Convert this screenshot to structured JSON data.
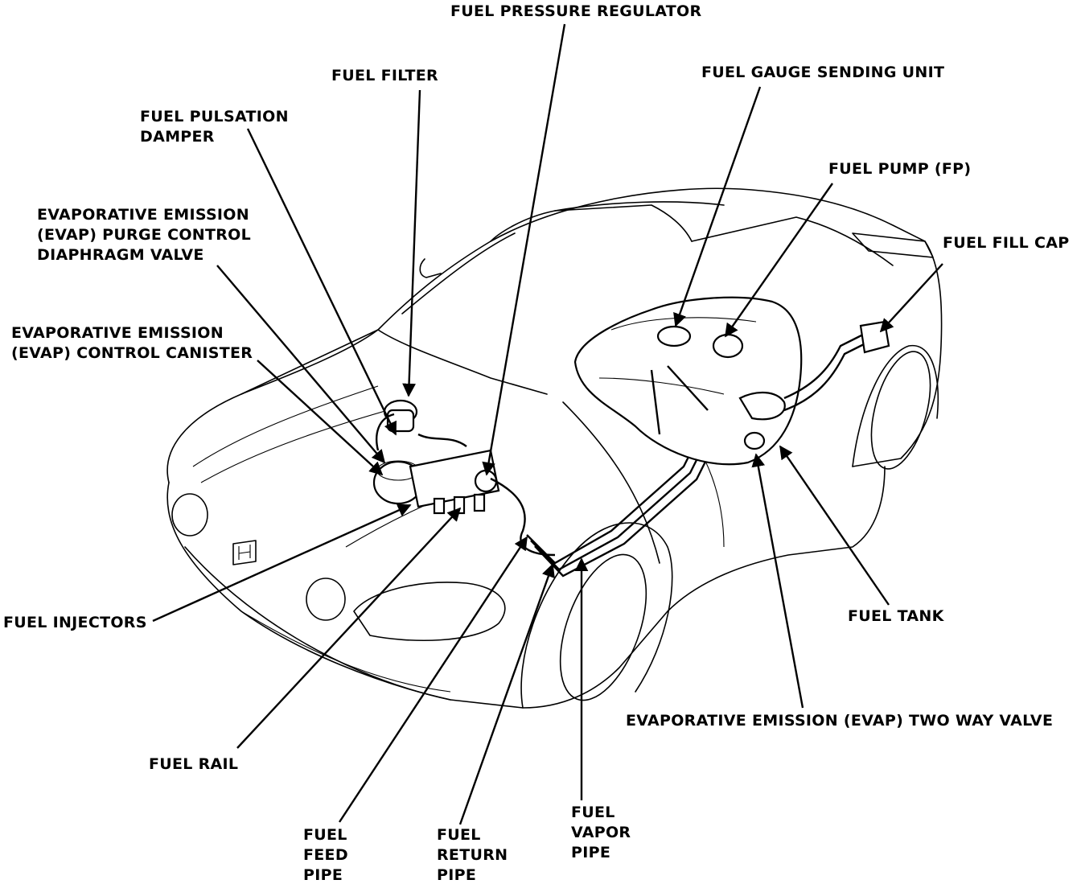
{
  "labels": {
    "fuel_pressure_regulator": "FUEL PRESSURE REGULATOR",
    "fuel_filter": "FUEL FILTER",
    "fuel_gauge_sending_unit": "FUEL GAUGE SENDING UNIT",
    "fuel_pulsation_damper": [
      "FUEL PULSATION",
      "DAMPER"
    ],
    "fuel_pump": "FUEL PUMP (FP)",
    "evap_purge_valve": [
      "EVAPORATIVE EMISSION",
      "(EVAP) PURGE CONTROL",
      "DIAPHRAGM VALVE"
    ],
    "fuel_fill_cap": "FUEL FILL CAP",
    "evap_canister": [
      "EVAPORATIVE EMISSION",
      "(EVAP) CONTROL CANISTER"
    ],
    "fuel_injectors": "FUEL INJECTORS",
    "fuel_tank": "FUEL TANK",
    "evap_two_way_valve": "EVAPORATIVE EMISSION (EVAP) TWO WAY VALVE",
    "fuel_rail": "FUEL RAIL",
    "fuel_feed_pipe": [
      "FUEL",
      "FEED",
      "PIPE"
    ],
    "fuel_return_pipe": [
      "FUEL",
      "RETURN",
      "PIPE"
    ],
    "fuel_vapor_pipe": [
      "FUEL",
      "VAPOR",
      "PIPE"
    ]
  },
  "colors": {
    "ink": "#000000",
    "paper": "#ffffff"
  },
  "icons": {
    "logo": "honda-emblem-icon"
  }
}
